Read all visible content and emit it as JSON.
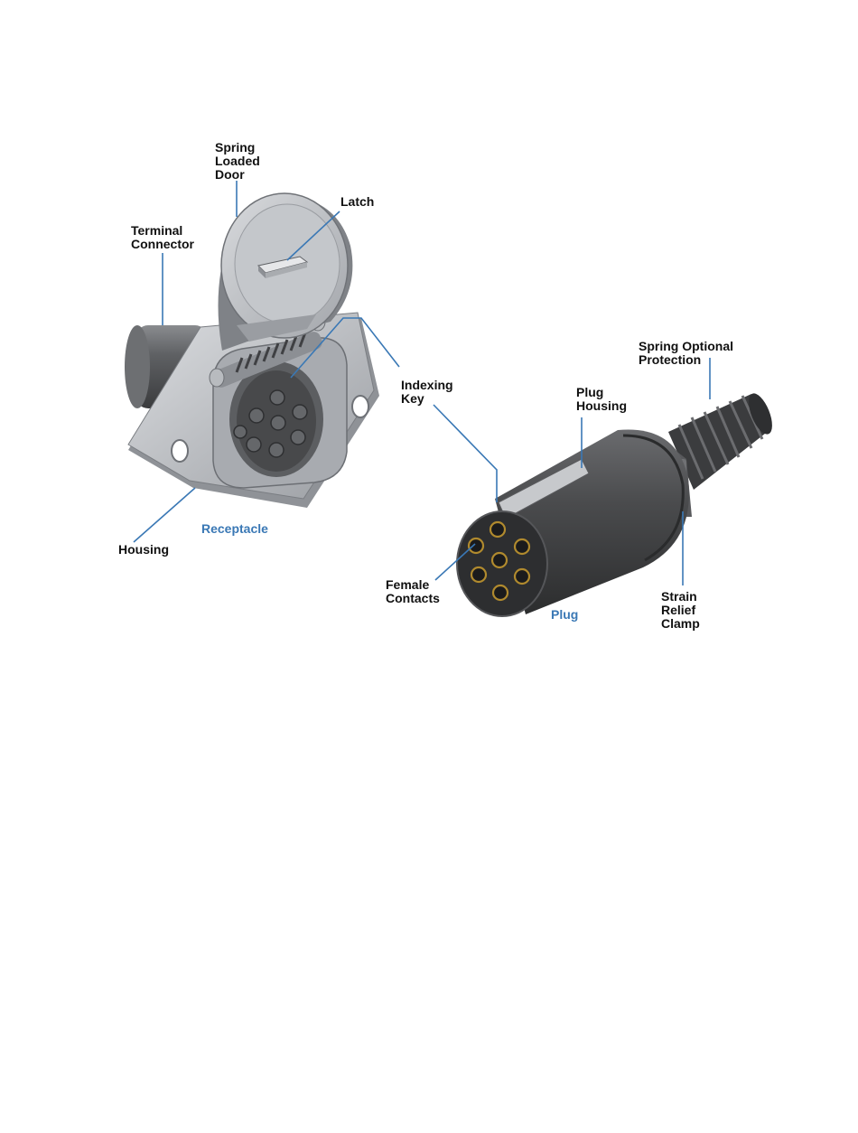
{
  "colors": {
    "leader": "#3a78b5",
    "caption": "#3a78b5",
    "label": "#111111",
    "metal_light": "#c9cbcf",
    "metal_mid": "#9ea1a6",
    "metal_dark": "#6e7176",
    "plug_body": "#3d3e40",
    "contact_ring": "#b08a2e"
  },
  "labels": {
    "spring_loaded_door": [
      "Spring",
      "Loaded",
      "Door"
    ],
    "latch": [
      "Latch"
    ],
    "terminal_connector": [
      "Terminal",
      "Connector"
    ],
    "indexing_key": [
      "Indexing",
      "Key"
    ],
    "plug_housing": [
      "Plug",
      "Housing"
    ],
    "spring_optional_protection": [
      "Spring Optional",
      "Protection"
    ],
    "housing": [
      "Housing"
    ],
    "female_contacts": [
      "Female",
      "Contacts"
    ],
    "strain_relief_clamp": [
      "Strain",
      "Relief",
      "Clamp"
    ]
  },
  "captions": {
    "receptacle": "Receptacle",
    "plug": "Plug"
  }
}
